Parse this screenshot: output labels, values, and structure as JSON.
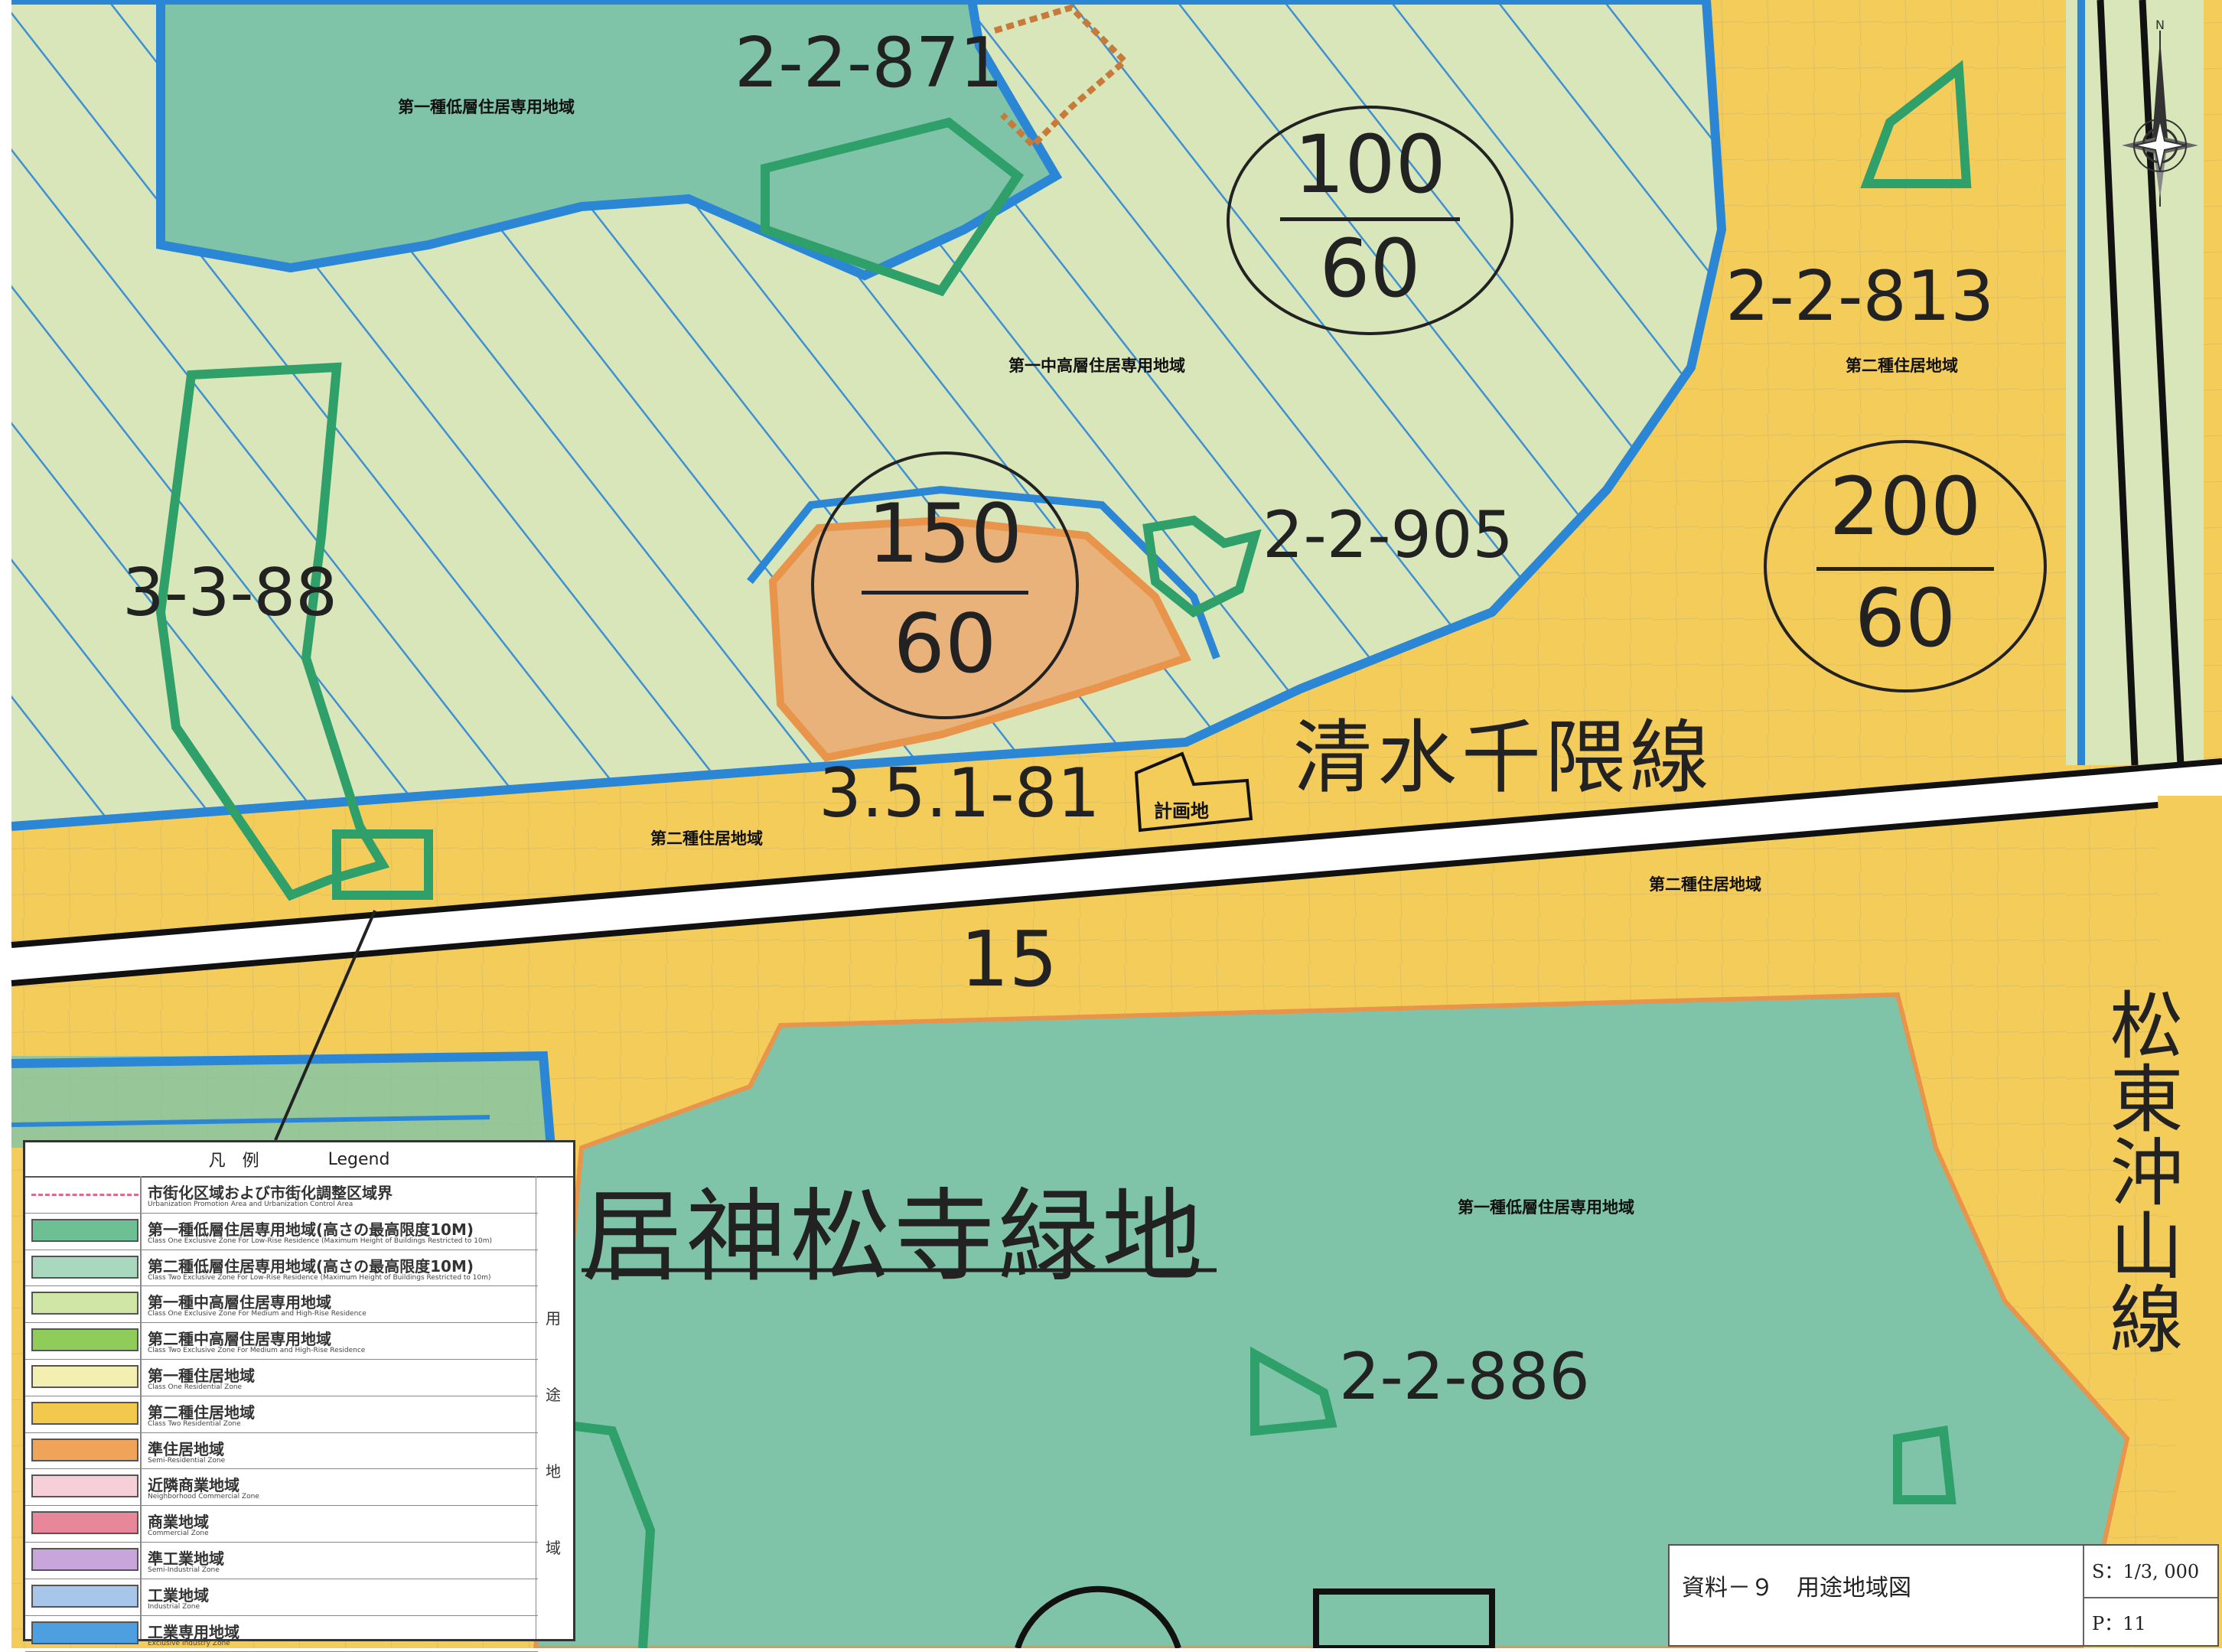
{
  "map": {
    "zone_labels": [
      "第一種低層住居専用地域",
      "第一中高層住居専用地域",
      "第二種住居地域",
      "第二種住居地域",
      "第二種住居地域",
      "第一種低層住居専用地域"
    ],
    "lot_numbers": [
      "2-2-871",
      "2-2-813",
      "2-2-905",
      "3-3-88",
      "3.5.1-81",
      "2-2-886"
    ],
    "road_number": "15",
    "road_name": "清水千隈線",
    "road_name_vertical": "松東沖山線",
    "park_name": "居神松寺緑地",
    "plan_site_label": "計画地",
    "ratios": [
      {
        "far": "100",
        "bcr": "60"
      },
      {
        "far": "150",
        "bcr": "60"
      },
      {
        "far": "200",
        "bcr": "60"
      }
    ],
    "colors": {
      "low_rise_1": "#7fc4a8",
      "mid_high_1": "#d9e6b9",
      "residential_2": "#f4cc5a",
      "boundary_blue": "#2c86d6",
      "green_outline": "#2fa06a",
      "semi_res_orange": "#e8944a"
    }
  },
  "legend": {
    "title_jp": "凡　例",
    "title_en": "Legend",
    "side_label": [
      "用",
      "途",
      "地",
      "域"
    ],
    "rows": [
      {
        "jp": "市街化区域および市街化調整区域界",
        "en": "Urbanization Promotion Area and Urbanization Control Area",
        "color": "#ffffff"
      },
      {
        "jp": "第一種低層住居専用地域(高さの最高限度10M)",
        "en": "Class One Exclusive Zone For Low-Rise Residence (Maximum Height of Buildings Restricted to 10m)",
        "color": "#6dbf94"
      },
      {
        "jp": "第二種低層住居専用地域(高さの最高限度10M)",
        "en": "Class Two Exclusive Zone For Low-Rise Residence (Maximum Height of Buildings Restricted to 10m)",
        "color": "#a8d9bf"
      },
      {
        "jp": "第一種中高層住居専用地域",
        "en": "Class One Exclusive Zone For Medium and High-Rise Residence",
        "color": "#cfe6a6"
      },
      {
        "jp": "第二種中高層住居専用地域",
        "en": "Class Two Exclusive Zone For Medium and High-Rise Residence",
        "color": "#8fcc5a"
      },
      {
        "jp": "第一種住居地域",
        "en": "Class One Residential Zone",
        "color": "#f3efb0"
      },
      {
        "jp": "第二種住居地域",
        "en": "Class Two Residential Zone",
        "color": "#f2c94c"
      },
      {
        "jp": "準住居地域",
        "en": "Semi-Residential Zone",
        "color": "#f0a45a"
      },
      {
        "jp": "近隣商業地域",
        "en": "Neighborhood Commercial Zone",
        "color": "#f6cfd8"
      },
      {
        "jp": "商業地域",
        "en": "Commercial Zone",
        "color": "#e8879a"
      },
      {
        "jp": "準工業地域",
        "en": "Semi-Industrial Zone",
        "color": "#c8a6dc"
      },
      {
        "jp": "工業地域",
        "en": "Industrial Zone",
        "color": "#a7c6ea"
      },
      {
        "jp": "工業専用地域",
        "en": "Exclusive Industry Zone",
        "color": "#4d9fe0"
      }
    ]
  },
  "titlebox": {
    "title": "資料－９　用途地域図",
    "scale": "S：1/3, 000",
    "page": "P：11"
  }
}
